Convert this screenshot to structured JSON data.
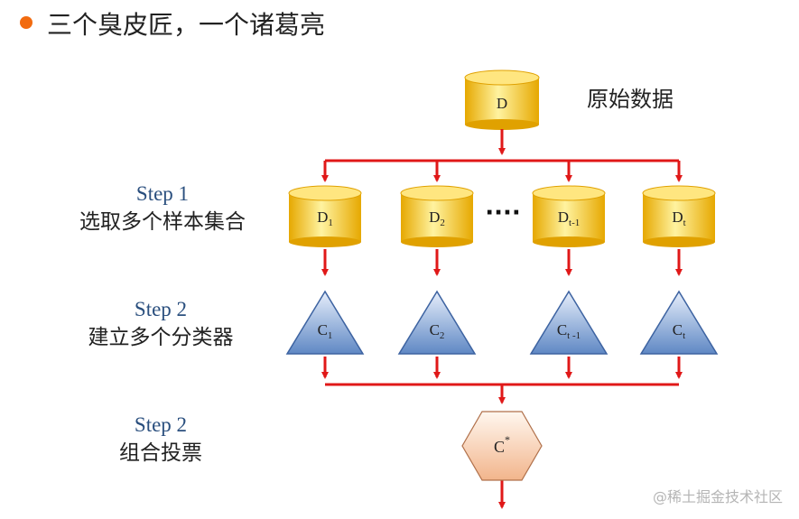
{
  "title": "三个臭皮匠，一个诸葛亮",
  "raw_data_label": "原始数据",
  "steps": [
    {
      "label": "Step 1",
      "desc": "选取多个样本集合"
    },
    {
      "label": "Step 2",
      "desc": "建立多个分类器"
    },
    {
      "label": "Step 2",
      "desc": "组合投票"
    }
  ],
  "nodes": {
    "source": {
      "base": "D",
      "sub": ""
    },
    "datasets": [
      {
        "base": "D",
        "sub": "1"
      },
      {
        "base": "D",
        "sub": "2"
      },
      {
        "base": "D",
        "sub": "t-1"
      },
      {
        "base": "D",
        "sub": "t"
      }
    ],
    "ellipsis": "····",
    "classifiers": [
      {
        "base": "C",
        "sub": "1"
      },
      {
        "base": "C",
        "sub": "2"
      },
      {
        "base": "C",
        "sub": "t -1"
      },
      {
        "base": "C",
        "sub": "t"
      }
    ],
    "combined": {
      "base": "C",
      "sup": "*"
    }
  },
  "watermark": "@稀土掘金技术社区",
  "colors": {
    "arrow": "#e01818",
    "cylinder_light": "#fff3a0",
    "cylinder_dark": "#e6a800",
    "triangle_light": "#c9dbf3",
    "triangle_dark": "#4a77b8",
    "hexagon_light": "#fff2e6",
    "hexagon_dark": "#f0a677",
    "bullet": "#f26b10",
    "step_label": "#2a4f7e"
  }
}
